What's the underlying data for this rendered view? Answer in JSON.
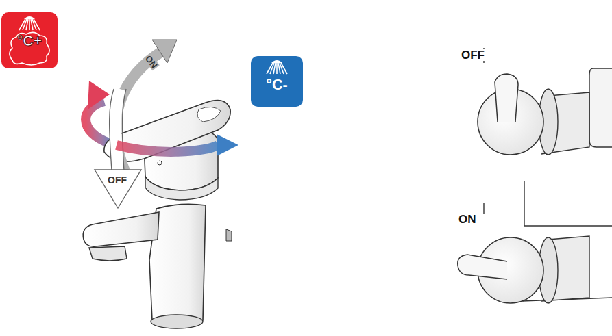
{
  "diagram": {
    "nodes": [
      {
        "text": [
          "°C+"
        ]
      },
      {
        "text": [
          "°C-"
        ]
      }
    ],
    "labels": [
      "ON",
      "OFF",
      "OFF",
      "ON"
    ]
  }
}
